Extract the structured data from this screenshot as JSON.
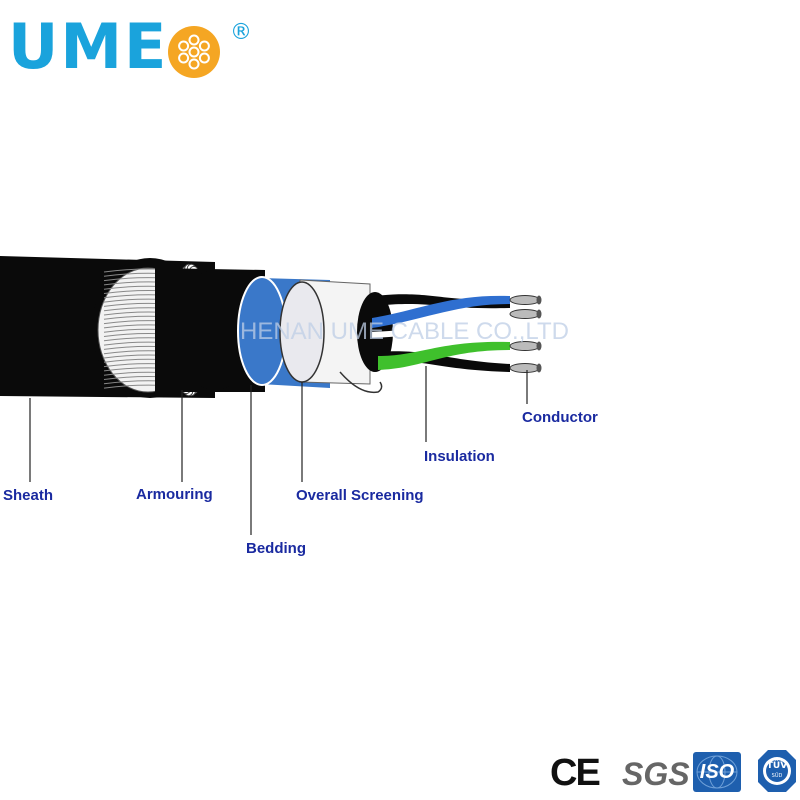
{
  "brand": {
    "logo_text": "UME",
    "registered_mark": "®",
    "color": "#1aa3dc"
  },
  "watermark": "HENAN UME CABLE CO.,LTD",
  "layers": {
    "sheath": "Sheath",
    "armouring": "Armouring",
    "bedding": "Bedding",
    "overall_screening": "Overall Screening",
    "insulation": "Insulation",
    "conductor": "Conductor"
  },
  "certifications": {
    "ce": "CE",
    "sgs": "SGS",
    "iso": "ISO",
    "tuv": "TÜV",
    "tuv_sub": "SÜD"
  },
  "colors": {
    "label": "#1a2aa0",
    "sheath": "#0a0a0a",
    "bedding_blue": "#3a78c9",
    "insulation_blue": "#2f6fd0",
    "insulation_green": "#3fc02c"
  }
}
